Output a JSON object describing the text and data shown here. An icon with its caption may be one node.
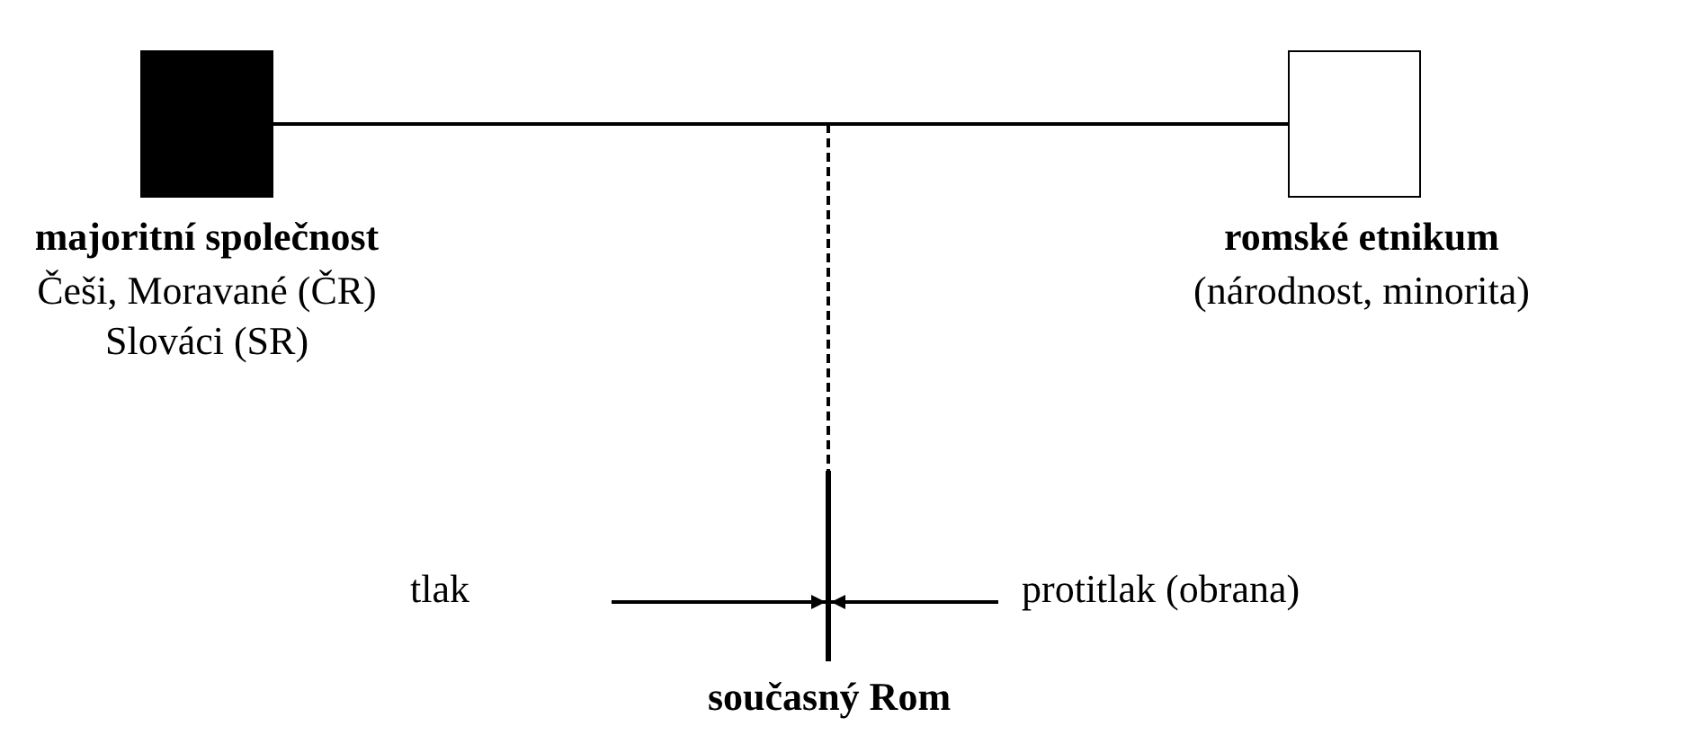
{
  "diagram": {
    "nodes": [
      {
        "text": [],
        "shape": "box",
        "beside": [
          "majoritní společnost",
          "Češi, Moravané (ČR) Slováci (SR)"
        ]
      },
      {
        "text": [],
        "shape": "box",
        "beside": [
          "romské etnikum",
          "(národnost, minorita)"
        ]
      },
      {
        "text": [],
        "shape": "bar",
        "beside": [
          "současný Rom"
        ]
      }
    ],
    "edges": [
      {
        "from": 0,
        "to": 1,
        "arrow": "none"
      },
      {
        "from": null,
        "to": 2,
        "arrow": "none",
        "style": "dashed"
      },
      {
        "from": null,
        "to": 2,
        "arrow": "to"
      },
      {
        "from": null,
        "to": 2,
        "arrow": "to"
      }
    ],
    "labels": [
      "tlak",
      "protitlak (obrana)"
    ]
  }
}
